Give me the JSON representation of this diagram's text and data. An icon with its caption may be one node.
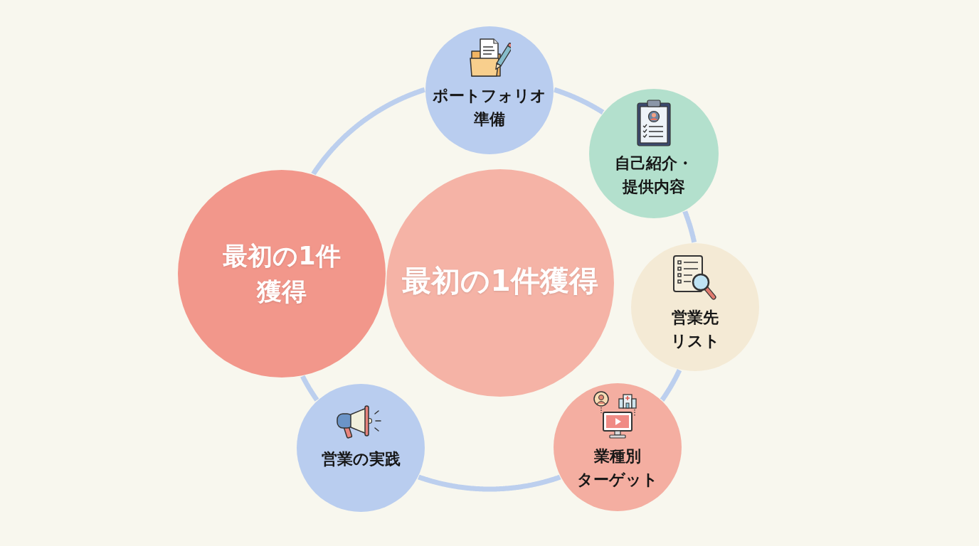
{
  "diagram": {
    "nodes": [
      {
        "text": [
          "ポートフォリオ準備"
        ]
      },
      {
        "text": [
          "自己紹介・提供内容"
        ]
      },
      {
        "text": [
          "営業先リスト"
        ]
      },
      {
        "text": [
          "業種別ターゲット"
        ]
      },
      {
        "text": [
          "営業の実践"
        ]
      },
      {
        "text": [
          "最初の1件獲得"
        ]
      },
      {
        "text": [
          "最初の1件獲得"
        ]
      }
    ],
    "edges": [
      {
        "from": 0,
        "to": 1,
        "arrow": "none"
      },
      {
        "from": 1,
        "to": 2,
        "arrow": "none"
      },
      {
        "from": 2,
        "to": 3,
        "arrow": "none"
      },
      {
        "from": 3,
        "to": 4,
        "arrow": "none"
      },
      {
        "from": 4,
        "to": 5,
        "arrow": "none"
      },
      {
        "from": 5,
        "to": 0,
        "arrow": "none"
      }
    ]
  }
}
